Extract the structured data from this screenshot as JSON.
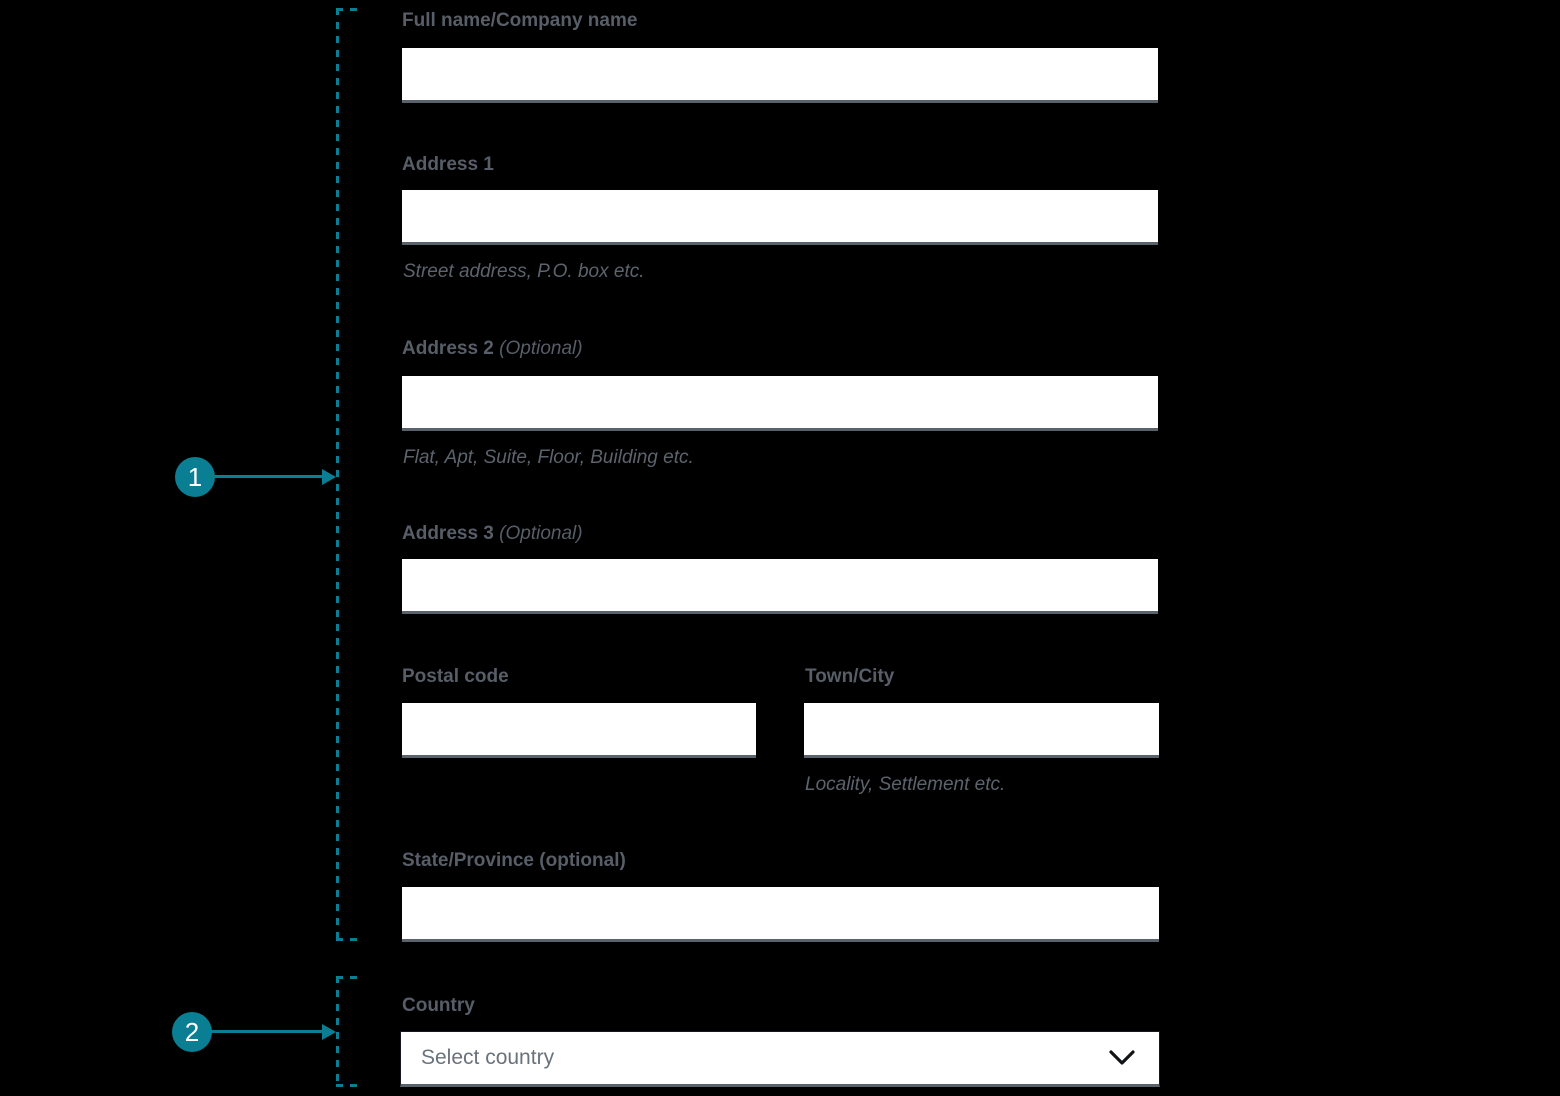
{
  "colors": {
    "background": "#000000",
    "accent_teal": "#0A7E93",
    "label_gray": "#575E68",
    "input_border_gray": "#5A626B"
  },
  "annotations": {
    "marker1": {
      "label": "1"
    },
    "marker2": {
      "label": "2"
    }
  },
  "icons": {
    "country_dropdown": "chevron-down-icon"
  },
  "form": {
    "full_name": {
      "label": "Full name/Company name",
      "value": ""
    },
    "address1": {
      "label": "Address 1",
      "value": "",
      "hint": "Street address, P.O. box etc."
    },
    "address2": {
      "label": "Address 2",
      "optional": "(Optional)",
      "value": "",
      "hint": "Flat, Apt, Suite, Floor, Building etc."
    },
    "address3": {
      "label": "Address 3",
      "optional": "(Optional)",
      "value": ""
    },
    "postal_code": {
      "label": "Postal code",
      "value": ""
    },
    "town_city": {
      "label": "Town/City",
      "value": "",
      "hint": "Locality, Settlement etc."
    },
    "state_province": {
      "label": "State/Province (optional)",
      "value": ""
    },
    "country": {
      "label": "Country",
      "placeholder": "Select country"
    }
  }
}
